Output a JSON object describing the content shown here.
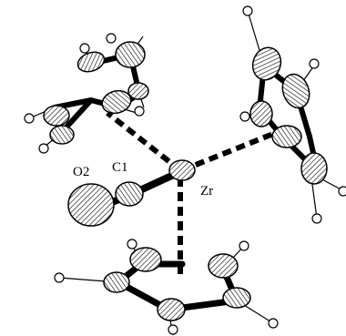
{
  "labels": {
    "zr": "Zr",
    "c1": "C1",
    "o2": "O2"
  }
}
